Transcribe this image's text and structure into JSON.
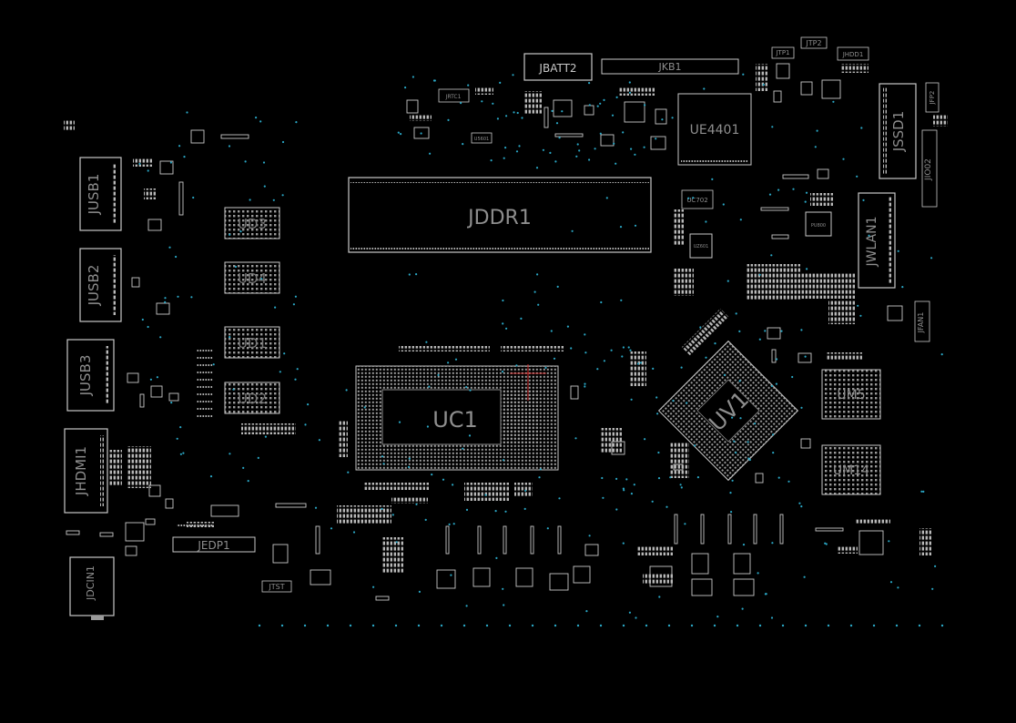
{
  "colors": {
    "background": "#000000",
    "outline": "#c8c8c8",
    "label": "#8e8e8e",
    "pin": "#bdbdbd",
    "via": "#2aa6c4"
  },
  "components": {
    "jbatt2": "JBATT2",
    "jkb1": "JKB1",
    "jrtc1": "JRTC1",
    "u5601": "U5601",
    "ue4401": "UE4401",
    "jtp1": "JTP1",
    "jtp2": "JTP2",
    "jhdd1": "JHDD1",
    "jssd1": "JSSD1",
    "jfp2": "JFP2",
    "jio02": "JIO02",
    "jddr1": "JDDR1",
    "uc702": "UC702",
    "pu800": "PU800",
    "uz601": "UZ601",
    "jwlan1": "JWLAN1",
    "jfan1": "JFAN1",
    "jusb1": "JUSB1",
    "jusb2": "JUSB2",
    "jusb3": "JUSB3",
    "jhdmi1": "JHDMI1",
    "jdcin1": "JDCIN1",
    "jedp1": "JEDP1",
    "jtst": "JTST",
    "ud3": "UD3",
    "ud4": "UD4",
    "ud1": "UD1",
    "ud2": "UD2",
    "uc1": "UC1",
    "uv1": "UV1",
    "um5": "UM5",
    "um14": "UM14"
  }
}
